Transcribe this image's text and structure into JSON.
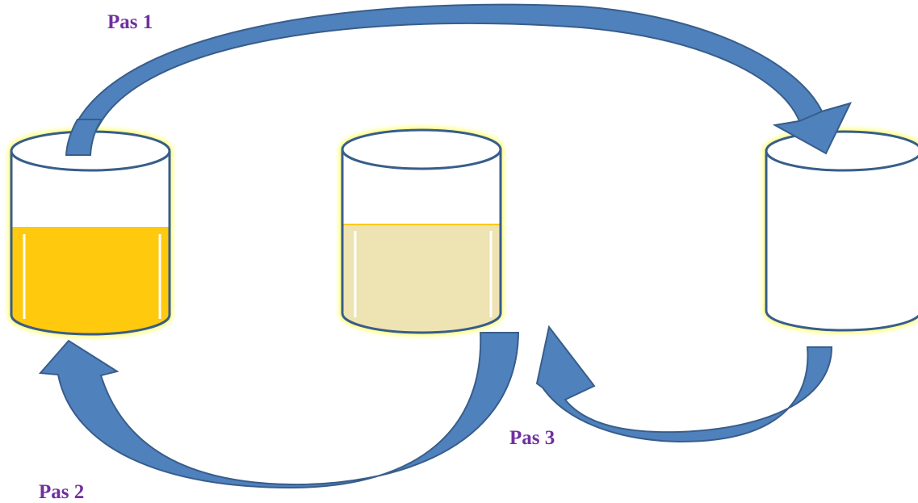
{
  "labels": {
    "step_1": "Pas 1",
    "step_2": "Pas 2",
    "step_3": "Pas 3"
  },
  "colors": {
    "label_text": "#7030A0",
    "arrow_fill": "#4F81BD",
    "arrow_outline": "#385D8A",
    "cup_outline": "#385D8A",
    "cup_glow": "#FFFF66",
    "liquid_left": "#FFC90E",
    "liquid_middle": "#EEE3B2"
  },
  "cups": [
    {
      "name": "left-cup",
      "fill_level": 0.5,
      "liquid": "liquid_left"
    },
    {
      "name": "middle-cup",
      "fill_level": 0.5,
      "liquid": "liquid_middle"
    },
    {
      "name": "right-cup",
      "fill_level": 0,
      "liquid": null
    }
  ]
}
